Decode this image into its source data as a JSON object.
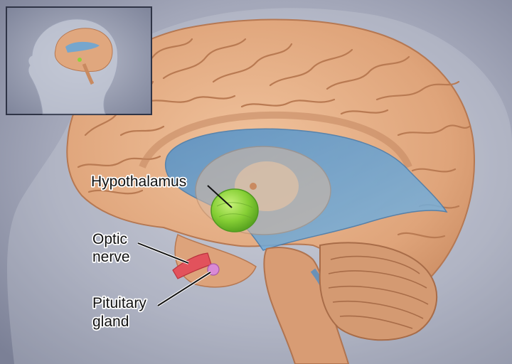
{
  "labels": {
    "hypothalamus": "Hypothalamus",
    "optic_line1": "Optic",
    "optic_line2": "nerve",
    "pituitary_line1": "Pituitary",
    "pituitary_line2": "gland"
  },
  "colors": {
    "background": "#9ba0b4",
    "brain_tissue": "#e0a77e",
    "brain_fold": "#b97a52",
    "ventricle": "#6aa6d6",
    "hypothalamus": "#8ed13a",
    "optic_nerve": "#e2525c",
    "pituitary": "#d98ad6",
    "cerebellum": "#d49a72"
  },
  "inset": {
    "description_icon": "head-profile-with-brain"
  }
}
